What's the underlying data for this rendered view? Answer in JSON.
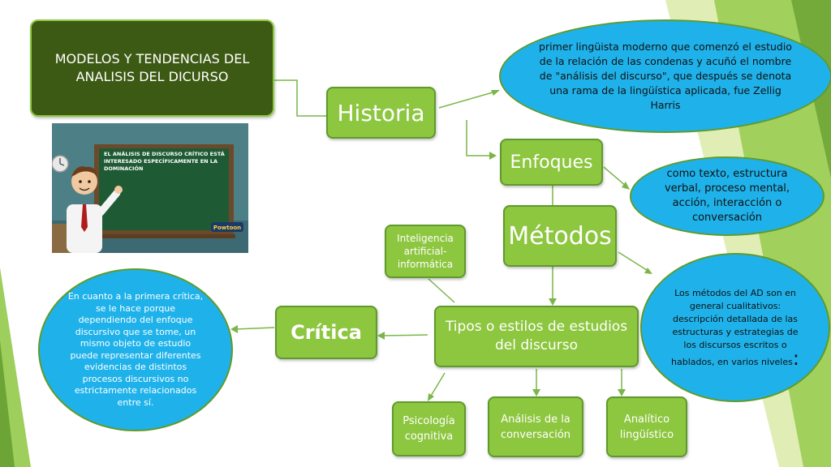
{
  "colors": {
    "node_green": "#8dc63f",
    "dark_green": "#3d5a14",
    "ellipse_blue": "#1fb2ea",
    "connector_green": "#7ab648"
  },
  "title_box": {
    "text": "MODELOS Y TENDENCIAS DEL ANALISIS DEL DICURSO"
  },
  "video": {
    "board_text": "EL ANÁLISIS DE DISCURSO CRÍTICO ESTÁ INTERESADO ESPECÍFICAMENTE EN LA DOMINACIÓN",
    "logo": "Powtoon",
    "icons": [
      "clock-icon",
      "teacher-character-icon"
    ]
  },
  "nodes": {
    "historia": "Historia",
    "enfoques": "Enfoques",
    "metodos": "Métodos",
    "ia": "Inteligencia artificial-informática",
    "critica": "Crítica",
    "tipos": "Tipos o estilos de estudios del discurso",
    "psicologia": "Psicología cognitiva",
    "analisis_conversacion": "Análisis de la conversación",
    "analitico": "Analítico lingüístico"
  },
  "ellipses": {
    "harris": "primer lingüista moderno que comenzó el estudio de la relación de las condenas y acuñó el nombre de \"análisis del discurso\", que después se denota una rama de la lingüística aplicada, fue Zellig Harris",
    "enfoques": "como texto, estructura verbal, proceso mental, acción, interacción o conversación",
    "metodos": "Los métodos del AD son en general cualitativos: descripción detallada de las estructuras y estrategias de los discursos escritos o hablados, en varios niveles",
    "metodos_end": ":",
    "critica": "En cuanto a la primera crítica, se le hace porque dependiendo del enfoque discursivo que se tome, un mismo objeto de estudio puede representar diferentes evidencias de distintos procesos discursivos no estrictamente relacionados entre sí."
  }
}
